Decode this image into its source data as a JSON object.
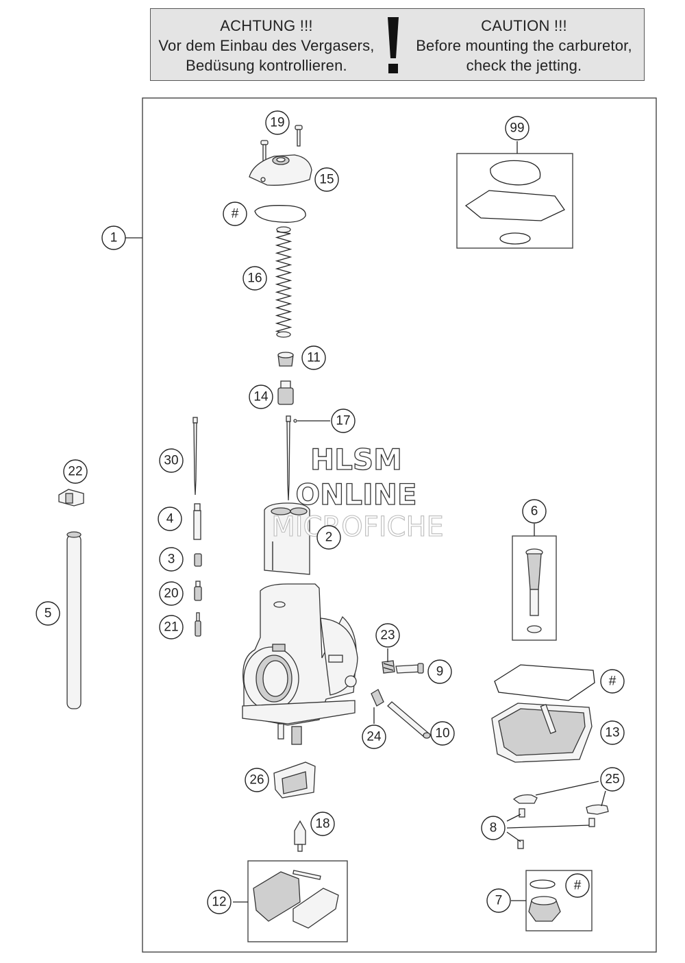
{
  "warning": {
    "de_lines": [
      "ACHTUNG !!!",
      "Vor dem Einbau des Vergasers,",
      "Bedüsung kontrollieren."
    ],
    "en_lines": [
      "CAUTION !!!",
      "Before mounting the carburetor,",
      "check the jetting."
    ]
  },
  "watermark": [
    "HLSM",
    "ONLINE",
    "MICROFICHE"
  ],
  "callouts": {
    "c1": "1",
    "c2": "2",
    "c3": "3",
    "c4": "4",
    "c5": "5",
    "c6": "6",
    "c7": "7",
    "c8": "8",
    "c9": "9",
    "c10": "10",
    "c11": "11",
    "c12": "12",
    "c13": "13",
    "c14": "14",
    "c15": "15",
    "c16": "16",
    "c17": "17",
    "c18": "18",
    "c19": "19",
    "c20": "20",
    "c21": "21",
    "c22": "22",
    "c23": "23",
    "c24": "24",
    "c25": "25",
    "c26": "26",
    "c30": "30",
    "c99": "99",
    "hash_top": "#",
    "hash_bowl": "#",
    "hash_plug": "#"
  }
}
